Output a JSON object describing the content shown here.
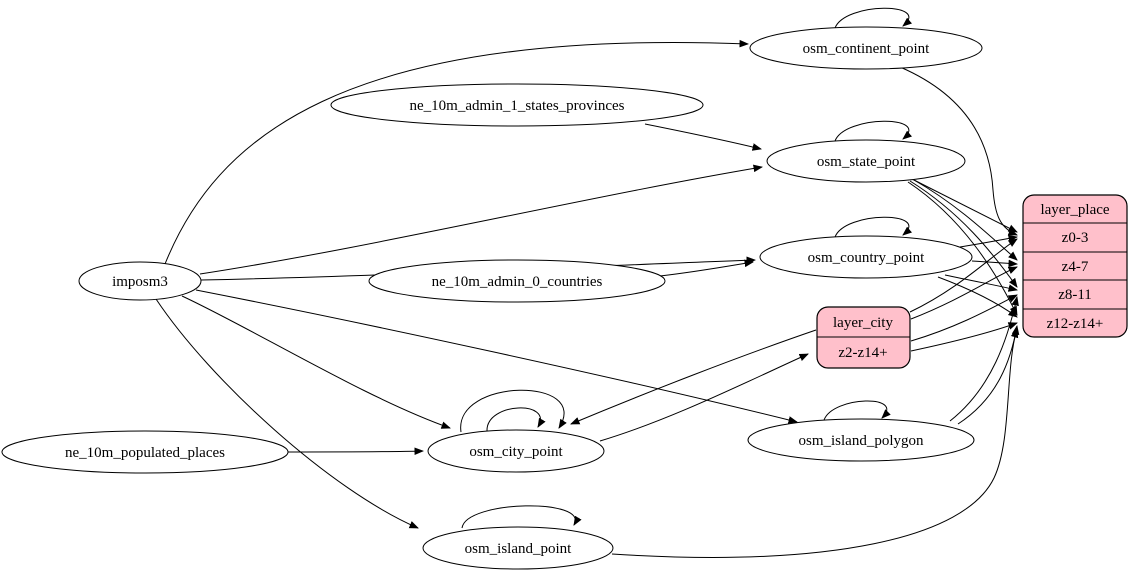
{
  "colors": {
    "background": "#ffffff",
    "node_fill": "#ffffff",
    "record_fill": "#ffc0cb",
    "stroke": "#000000"
  },
  "nodes": {
    "imposm3": {
      "label": "imposm3"
    },
    "ne_10m_admin_1_states_provinces": {
      "label": "ne_10m_admin_1_states_provinces"
    },
    "ne_10m_admin_0_countries": {
      "label": "ne_10m_admin_0_countries"
    },
    "ne_10m_populated_places": {
      "label": "ne_10m_populated_places"
    },
    "osm_continent_point": {
      "label": "osm_continent_point"
    },
    "osm_state_point": {
      "label": "osm_state_point"
    },
    "osm_country_point": {
      "label": "osm_country_point"
    },
    "osm_city_point": {
      "label": "osm_city_point"
    },
    "osm_island_polygon": {
      "label": "osm_island_polygon"
    },
    "osm_island_point": {
      "label": "osm_island_point"
    }
  },
  "records": {
    "layer_city": {
      "title": "layer_city",
      "rows": [
        "z2-z14+"
      ]
    },
    "layer_place": {
      "title": "layer_place",
      "rows": [
        "z0-3",
        "z4-7",
        "z8-11",
        "z12-z14+"
      ]
    }
  },
  "edges": [
    {
      "from": "imposm3",
      "to": "osm_continent_point"
    },
    {
      "from": "imposm3",
      "to": "osm_state_point"
    },
    {
      "from": "imposm3",
      "to": "osm_country_point"
    },
    {
      "from": "imposm3",
      "to": "osm_city_point"
    },
    {
      "from": "imposm3",
      "to": "osm_island_polygon"
    },
    {
      "from": "imposm3",
      "to": "osm_island_point"
    },
    {
      "from": "ne_10m_admin_1_states_provinces",
      "to": "osm_state_point"
    },
    {
      "from": "ne_10m_admin_0_countries",
      "to": "osm_country_point"
    },
    {
      "from": "ne_10m_populated_places",
      "to": "osm_city_point"
    },
    {
      "from": "osm_continent_point",
      "to": "layer_place:z0-3"
    },
    {
      "from": "osm_state_point",
      "to": "layer_place:z0-3"
    },
    {
      "from": "osm_state_point",
      "to": "layer_place:z4-7"
    },
    {
      "from": "osm_state_point",
      "to": "layer_place:z8-11"
    },
    {
      "from": "osm_state_point",
      "to": "layer_place:z12-z14+"
    },
    {
      "from": "osm_country_point",
      "to": "layer_place:z0-3"
    },
    {
      "from": "osm_country_point",
      "to": "layer_place:z4-7"
    },
    {
      "from": "osm_country_point",
      "to": "layer_place:z8-11"
    },
    {
      "from": "osm_country_point",
      "to": "layer_place:z12-z14+"
    },
    {
      "from": "osm_city_point",
      "to": "layer_city:z2-z14+"
    },
    {
      "from": "layer_city",
      "to": "osm_city_point"
    },
    {
      "from": "layer_city",
      "to": "layer_place:z0-3"
    },
    {
      "from": "layer_city",
      "to": "layer_place:z4-7"
    },
    {
      "from": "layer_city",
      "to": "layer_place:z8-11"
    },
    {
      "from": "layer_city",
      "to": "layer_place:z12-z14+"
    },
    {
      "from": "osm_island_polygon",
      "to": "layer_place:z8-11"
    },
    {
      "from": "osm_island_polygon",
      "to": "layer_place:z12-z14+"
    },
    {
      "from": "osm_island_point",
      "to": "layer_place:z12-z14+"
    }
  ],
  "self_loops": [
    "osm_continent_point",
    "osm_state_point",
    "osm_country_point",
    "osm_city_point",
    "osm_city_point",
    "osm_island_polygon",
    "osm_island_point"
  ]
}
